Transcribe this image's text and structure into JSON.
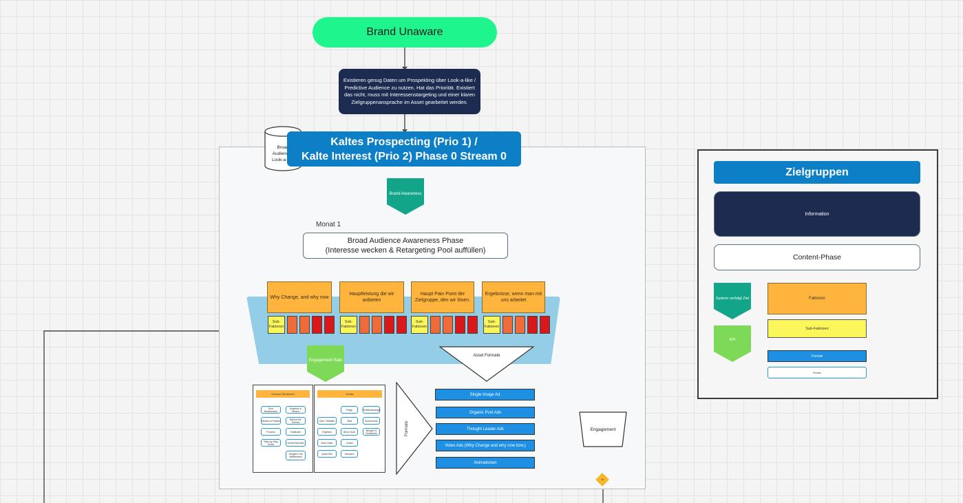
{
  "start": {
    "label": "Brand Unaware"
  },
  "question": {
    "text": "Existieren genug Daten um Prospekting über Look-a-like / Predictive Audience zu nutzen. Hat das Priorität. Existiert das nicht, muss mit Interessenstargeting und einer klaren Zielgruppenansprache im Asset gearbeitet werden."
  },
  "cylinder": {
    "text": "Broad Audience / Look-a-like"
  },
  "header": {
    "line1": "Kaltes Prospecting (Prio 1)  /",
    "line2": "Kalte Interest (Prio 2) Phase 0 Stream 0"
  },
  "kpi_brand": {
    "label": "Brand Awareness"
  },
  "monat": {
    "label": "Monat 1"
  },
  "phase": {
    "line1": "Broad Audience Awareness Phase",
    "line2": "(Interesse wecken & Retargeting Pool auffüllen)"
  },
  "factors": [
    {
      "label": "Why Change, and why now"
    },
    {
      "label": "Hauptleistung die wir anbieten"
    },
    {
      "label": "Haupt Pain Point der Zielgruppe, den wir lösen."
    },
    {
      "label": "Ergebnisse, wenn man mit uns arbeitet"
    }
  ],
  "subfactor_label": "Sub-Faktoren",
  "kpi_engagement": {
    "label": "Engagement Rate"
  },
  "asset_formate": {
    "label": "Asset Formate"
  },
  "columns": {
    "left_header": "Content Strukturen",
    "right_header": "Hooks",
    "left_chips": [
      "Tech Breakdowns",
      "Ergebnis & Nutzen",
      "Mythen & Fakten",
      "Behind the Scenes",
      "Prozess",
      "Fallstudie",
      "Step-by-Step Guide",
      "Vorher/Nachher",
      "",
      "Vergleich mit Wettbewerb"
    ],
    "right_chips": [
      "Frage",
      "Problemaussage",
      "Zahl / Statistik",
      "Zitat",
      "Kontroverse",
      "Ergebnis",
      "Story Hook",
      "Neugier & Geheimnis",
      "Bold Claim",
      "Vorteil",
      "Quick Win",
      "Szenario"
    ]
  },
  "formats_label": "Formate",
  "asset_list": [
    "Single Image Ad",
    "Organic Post Ads",
    "Thought Leader Ads",
    "Video Ads (Why Change and why now bzw.)",
    "Animationen"
  ],
  "engagement_node": {
    "label": "Engagement"
  },
  "decision": {
    "label": "Ja"
  },
  "legend": {
    "title": "Zielgruppen",
    "information": "Information",
    "content_phase": "Content-Phase",
    "kpi_goal": "System verfolgt Ziel",
    "kpi": "KPI",
    "factors": "Faktoren",
    "subfactors": "Sub-Faktoren",
    "format": "Format",
    "hooks": "Hooks"
  },
  "colors": {
    "start": "#1ef58c",
    "dark": "#1c2b4f",
    "header_blue": "#0d7fc7",
    "kpi_teal": "#12a589",
    "kpi_green": "#7ed957",
    "factor_orange": "#ffb53d",
    "subfactor_yellow": "#fbf75a",
    "red_dark": "#d9181c",
    "red_orange": "#f06b3a",
    "funnel": "#94cde6",
    "format_blue": "#1e90e3"
  }
}
